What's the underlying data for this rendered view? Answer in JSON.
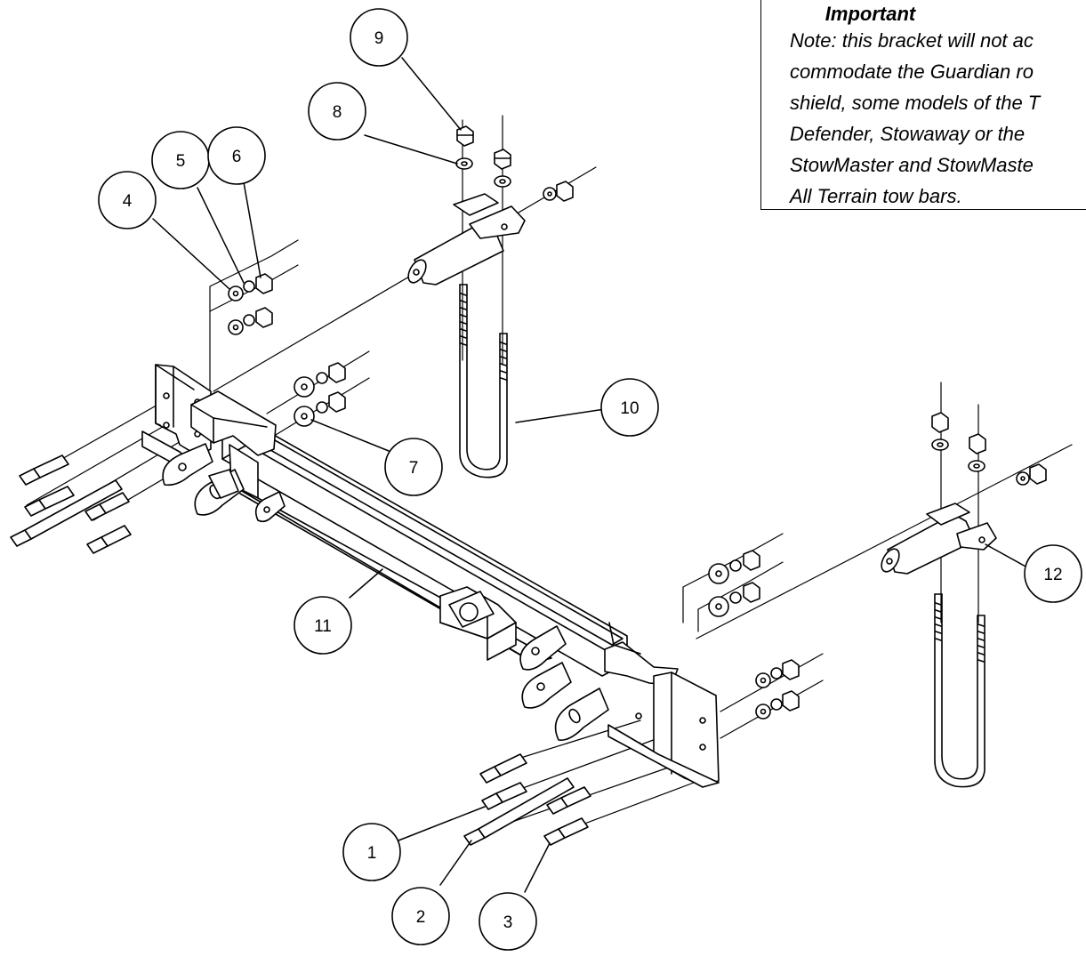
{
  "note": {
    "title": "Important",
    "lines": [
      "Note: this bracket will not ac",
      "commodate the Guardian ro",
      "shield, some models of the T",
      "Defender, Stowaway or the",
      "StowMaster and StowMaste",
      "All Terrain tow bars."
    ]
  },
  "callouts": [
    "1",
    "2",
    "3",
    "4",
    "5",
    "6",
    "7",
    "8",
    "9",
    "10",
    "11",
    "12"
  ]
}
